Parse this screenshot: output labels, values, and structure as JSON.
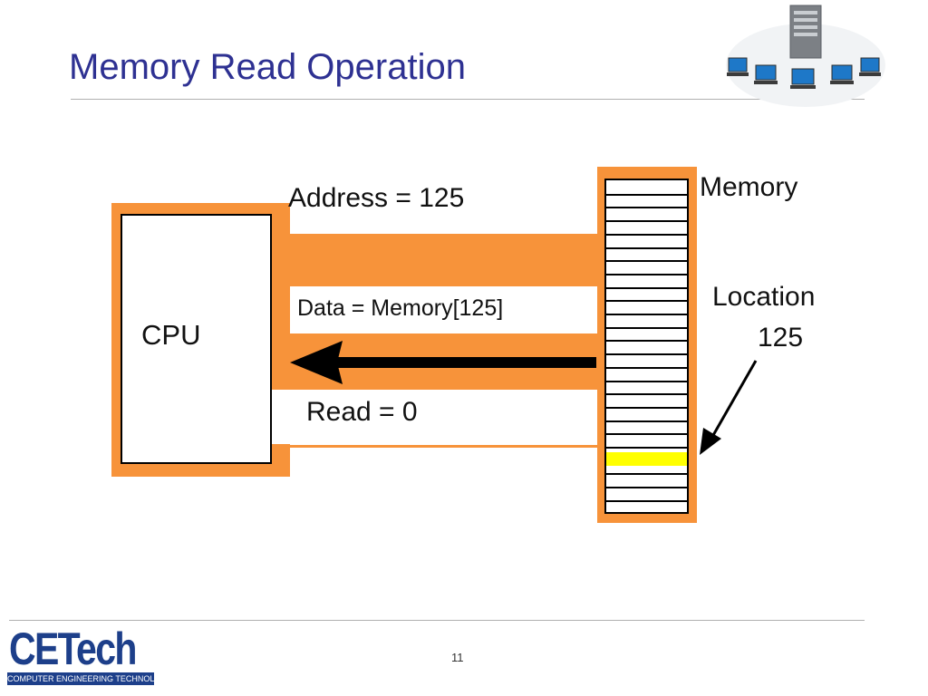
{
  "slide": {
    "title": "Memory Read Operation",
    "page_number": "11"
  },
  "diagram": {
    "cpu_label": "CPU",
    "address_label": "Address = 125",
    "data_label": "Data = Memory[125]",
    "read_label": "Read = 0",
    "memory_label": "Memory",
    "location_label": "Location",
    "location_number": "125",
    "colors": {
      "bus_orange": "#f7933a",
      "highlight_yellow": "#ffff00",
      "title_blue": "#2e3192"
    }
  },
  "logo": {
    "name": "CETech",
    "tagline": "COMPUTER ENGINEERING TECHNOLOGY"
  },
  "header_graphic": {
    "icon": "computer-network-icon"
  }
}
